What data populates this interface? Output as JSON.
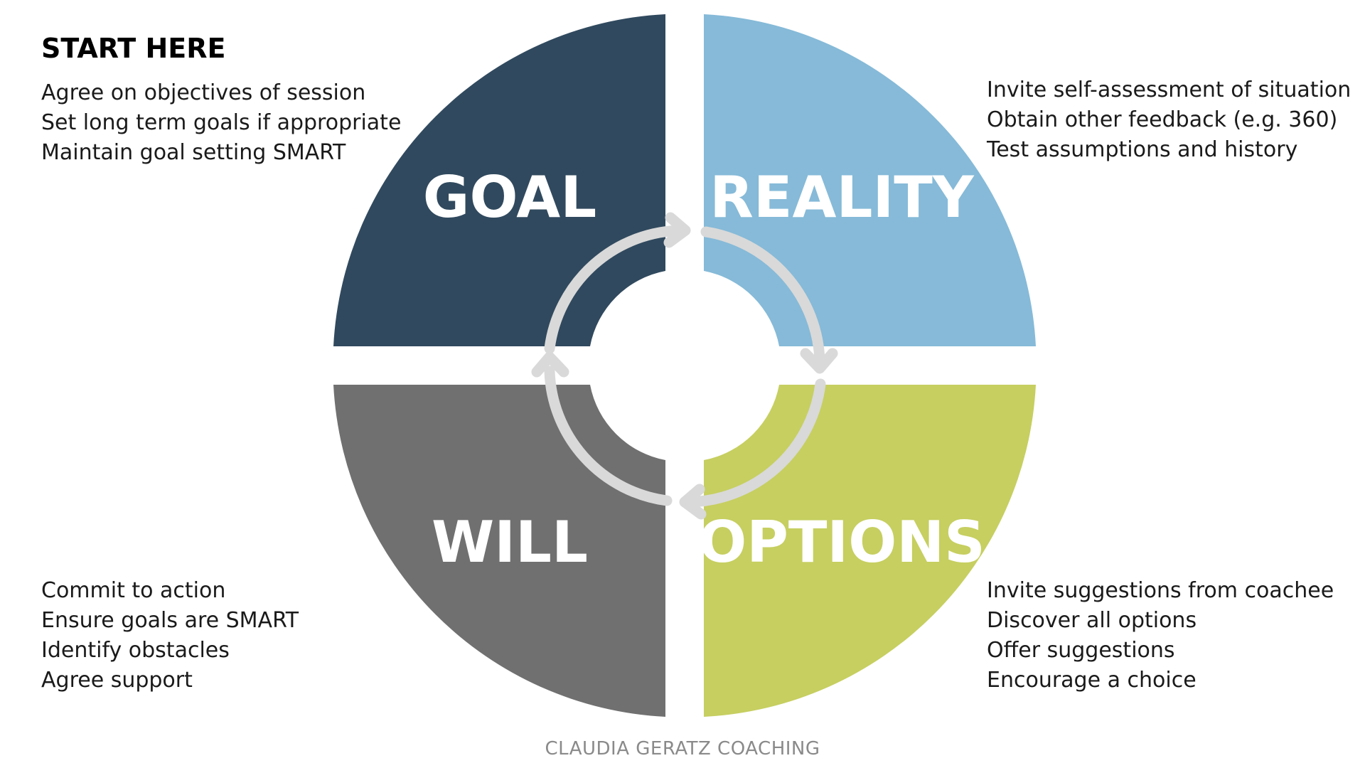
{
  "start_heading": "START HERE",
  "colors": {
    "goal": "#30495E",
    "reality": "#86BAD8",
    "will": "#707070",
    "options": "#C6CF60",
    "arrow": "#D9D9D9",
    "footer": "#8A8A8A"
  },
  "quadrants": {
    "goal": {
      "title": "GOAL",
      "items": [
        "Agree on objectives of session",
        "Set long term goals if appropriate",
        "Maintain goal setting SMART"
      ]
    },
    "reality": {
      "title": "REALITY",
      "items": [
        "Invite self-assessment of situation",
        "Obtain other feedback (e.g. 360)",
        "Test assumptions and history"
      ]
    },
    "will": {
      "title": "WILL",
      "items": [
        "Commit to action",
        "Ensure goals are SMART",
        "Identify obstacles",
        "Agree support"
      ]
    },
    "options": {
      "title": "OPTIONS",
      "items": [
        "Invite suggestions from coachee",
        "Discover all options",
        "Offer suggestions",
        "Encourage a choice"
      ]
    }
  },
  "footer": "CLAUDIA GERATZ COACHING"
}
